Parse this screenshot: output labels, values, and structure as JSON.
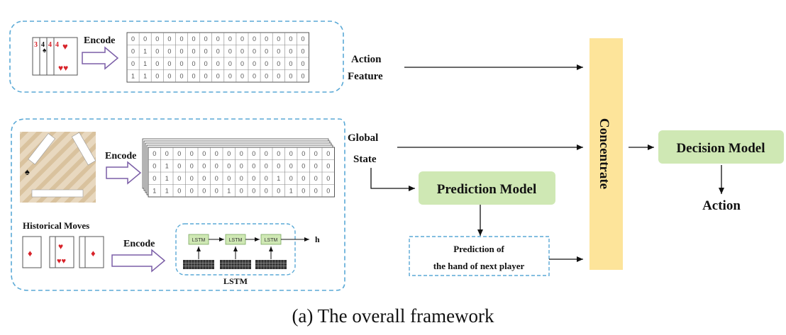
{
  "labels": {
    "encode": "Encode",
    "action_feature_1": "Action",
    "action_feature_2": "Feature",
    "global_state_1": "Global",
    "global_state_2": "State",
    "concentrate": "Concentrate",
    "decision_model": "Decision Model",
    "prediction_model": "Prediction Model",
    "prediction_out_1": "Prediction of",
    "prediction_out_2": "the hand of next player",
    "action": "Action",
    "historical_moves": "Historical Moves",
    "lstm_cell": "LSTM",
    "lstm_title": "LSTM",
    "hidden": "h"
  },
  "caption": "(a) The overall framework",
  "action_matrix": [
    [
      "0",
      "0",
      "0",
      "0",
      "0",
      "0",
      "0",
      "0",
      "0",
      "0",
      "0",
      "0",
      "0",
      "0",
      "0"
    ],
    [
      "0",
      "1",
      "0",
      "0",
      "0",
      "0",
      "0",
      "0",
      "0",
      "0",
      "0",
      "0",
      "0",
      "0",
      "0"
    ],
    [
      "0",
      "1",
      "0",
      "0",
      "0",
      "0",
      "0",
      "0",
      "0",
      "0",
      "0",
      "0",
      "0",
      "0",
      "0"
    ],
    [
      "1",
      "1",
      "0",
      "0",
      "0",
      "0",
      "0",
      "0",
      "0",
      "0",
      "0",
      "0",
      "0",
      "0",
      "0"
    ]
  ],
  "state_matrix": [
    [
      "0",
      "0",
      "0",
      "0",
      "0",
      "0",
      "0",
      "0",
      "0",
      "0",
      "0",
      "0",
      "0",
      "0",
      "0"
    ],
    [
      "0",
      "1",
      "0",
      "0",
      "0",
      "0",
      "0",
      "0",
      "0",
      "0",
      "0",
      "0",
      "0",
      "0",
      "0"
    ],
    [
      "0",
      "1",
      "0",
      "0",
      "0",
      "0",
      "0",
      "0",
      "0",
      "0",
      "1",
      "0",
      "0",
      "0",
      "0"
    ],
    [
      "1",
      "1",
      "0",
      "0",
      "0",
      "0",
      "1",
      "0",
      "0",
      "0",
      "0",
      "1",
      "0",
      "0",
      "0"
    ]
  ],
  "colors": {
    "dashed_border": "#5aa9d6",
    "green_box": "#cfe8b4",
    "concentrate_bar": "#fde49a",
    "arrow_purple": "#7b5ea7",
    "card_red": "#d8232a"
  }
}
